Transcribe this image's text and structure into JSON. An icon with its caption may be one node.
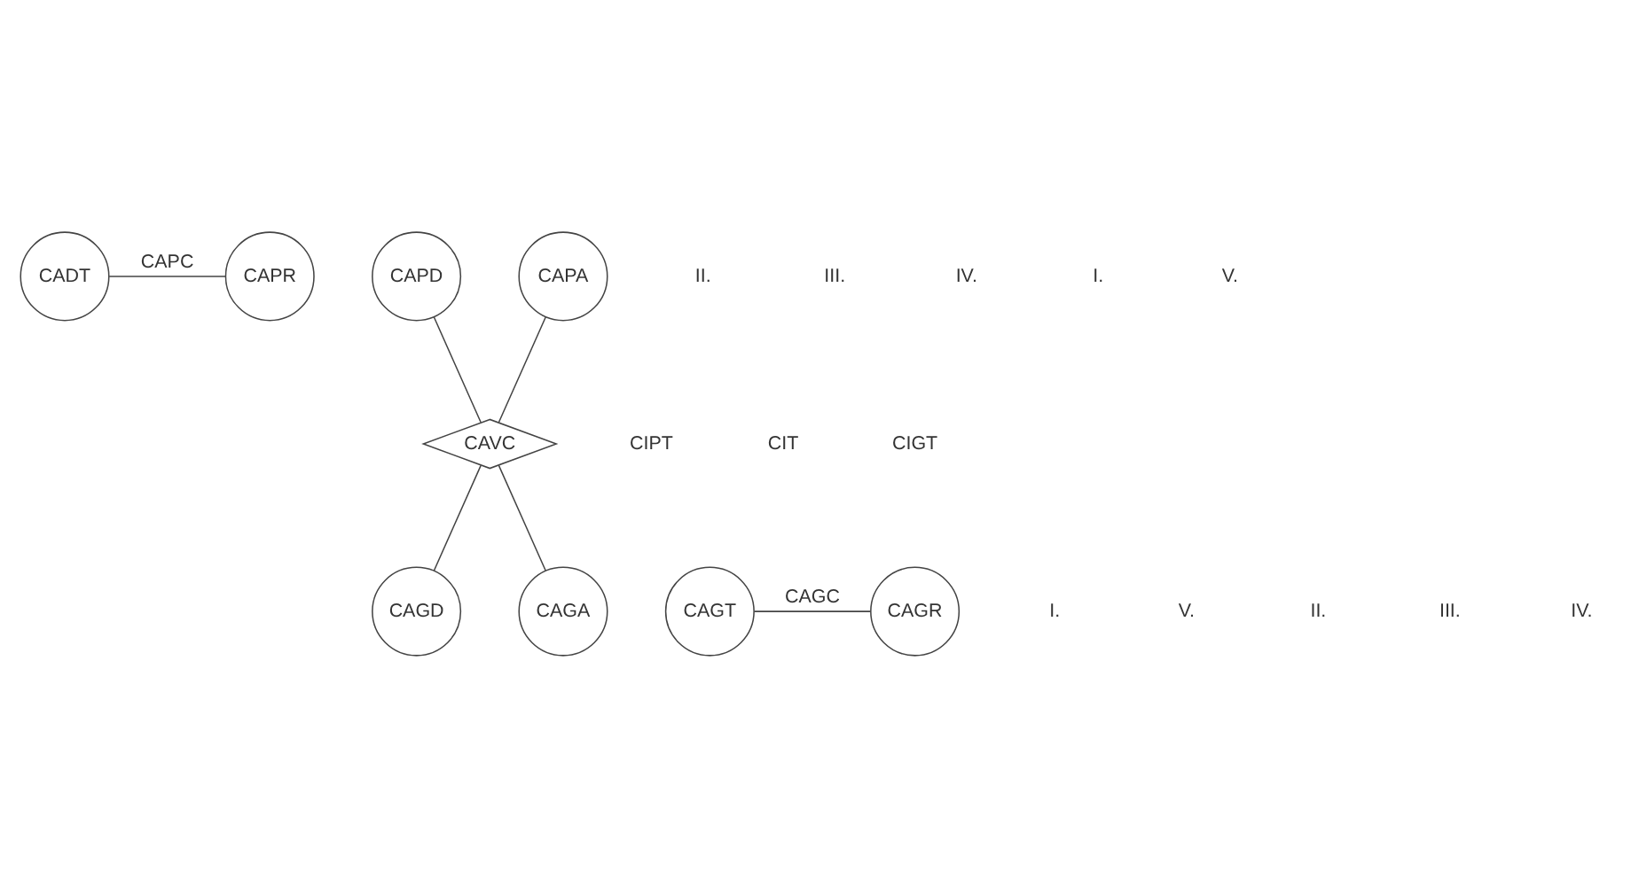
{
  "diagram": {
    "nodes": [
      {
        "text": [
          "CADT"
        ]
      },
      {
        "text": [
          "CAPR"
        ]
      },
      {
        "text": [
          "CAPD"
        ]
      },
      {
        "text": [
          "CAPA"
        ]
      },
      {
        "text": [
          "CAVC"
        ]
      },
      {
        "text": [
          "CAGD"
        ]
      },
      {
        "text": [
          "CAGA"
        ]
      },
      {
        "text": [
          "CAGT"
        ]
      },
      {
        "text": [
          "CAGR"
        ]
      }
    ],
    "edges": [
      {
        "from": 0,
        "to": 1,
        "arrow": "none",
        "label": "CAPC"
      },
      {
        "from": 2,
        "to": 4,
        "arrow": "none"
      },
      {
        "from": 4,
        "to": 6,
        "arrow": "none"
      },
      {
        "from": 3,
        "to": 4,
        "arrow": "none"
      },
      {
        "from": 4,
        "to": 5,
        "arrow": "none"
      },
      {
        "from": 7,
        "to": 8,
        "arrow": "none",
        "label": "CAGC"
      }
    ],
    "labels": [
      "II.",
      "III.",
      "IV.",
      "I.",
      "V.",
      "CIPT",
      "CIT",
      "CIGT",
      "I.",
      "V.",
      "II.",
      "III.",
      "IV."
    ]
  }
}
